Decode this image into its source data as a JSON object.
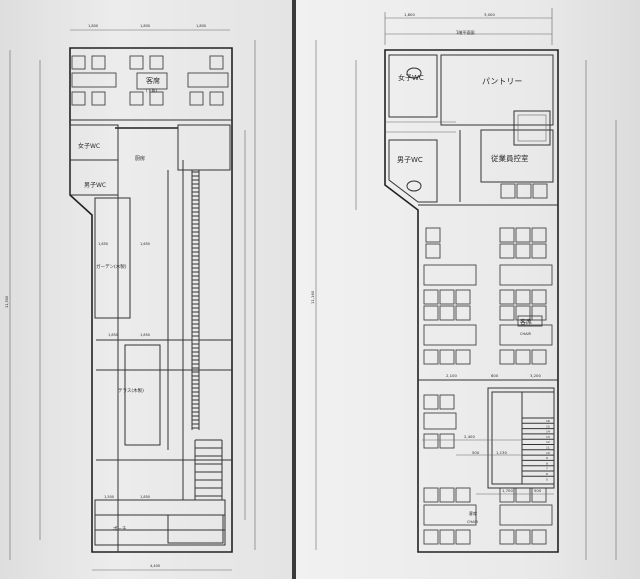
{
  "left_plan": {
    "rooms": {
      "dining": "客席",
      "dining_sub": "(下段)",
      "womens_wc": "女子WC",
      "mens_wc": "男子WC",
      "kitchen": "厨房",
      "garden": "ガーデン(木製)",
      "terrace": "テラス(木製)",
      "porch": "ポーチ"
    },
    "dimensions": [
      "1,800",
      "1,800",
      "1,800",
      "1,850",
      "1,650",
      "1,850",
      "1,850",
      "1,500",
      "1,850",
      "4,400",
      "11,500"
    ]
  },
  "right_plan": {
    "title": "1階平面図",
    "rooms": {
      "womens_wc": "女子WC",
      "mens_wc": "男子WC",
      "pantry": "パントリー",
      "staff_room": "従業員控室",
      "seating": "客席",
      "seating_en": "CHAIR",
      "seating2": "客席",
      "seating2_en": "CHAIR"
    },
    "dimensions": {
      "top_a": "1,800",
      "top_b": "3,000",
      "mid_a": "2,100",
      "mid_b": "800",
      "mid_c": "3,200",
      "stair_a": "2,400",
      "stair_b": "1,130",
      "stair_c": "500",
      "low_a": "1,700",
      "low_b": "500",
      "total": "11,160"
    },
    "stair_steps": [
      "16",
      "15",
      "14",
      "13",
      "12",
      "11",
      "10",
      "9",
      "8",
      "7",
      "6",
      "5"
    ]
  }
}
